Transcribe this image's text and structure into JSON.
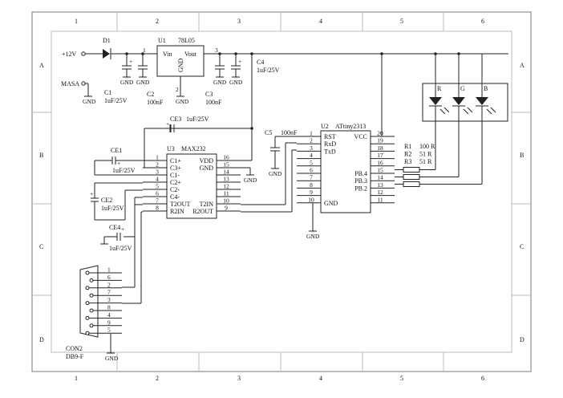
{
  "zones": {
    "cols": [
      "1",
      "2",
      "3",
      "4",
      "5",
      "6"
    ],
    "rows": [
      "A",
      "B",
      "C",
      "D"
    ]
  },
  "net": {
    "v12": "+12V",
    "masa": "MASA",
    "gnd": "GND"
  },
  "d1": {
    "ref": "D1"
  },
  "u1": {
    "ref": "U1",
    "part": "78L05",
    "vin": "Vin",
    "vout": "Vout",
    "gnd": "GND",
    "p1": "1",
    "p2": "2",
    "p3": "3"
  },
  "caps": {
    "c1": {
      "ref": "C1",
      "val": "1uF/25V"
    },
    "c2": {
      "ref": "C2",
      "val": "100nF"
    },
    "c3": {
      "ref": "C3",
      "val": "100nF"
    },
    "c4": {
      "ref": "C4",
      "val": "1uF/25V"
    },
    "c5": {
      "ref": "C5",
      "val": "100nF"
    },
    "ce1": {
      "ref": "CE1",
      "val": "1uF/25V"
    },
    "ce2": {
      "ref": "CE2",
      "val": "1uF/25V"
    },
    "ce3": {
      "ref": "CE3",
      "val": "1uF/25V"
    },
    "ce4": {
      "ref": "CE4",
      "val": "1uF/25V"
    }
  },
  "u3": {
    "ref": "U3",
    "part": "MAX232",
    "left": [
      {
        "n": "1",
        "l": "C1+"
      },
      {
        "n": "2",
        "l": "C3+"
      },
      {
        "n": "3",
        "l": "C1-"
      },
      {
        "n": "4",
        "l": "C2+"
      },
      {
        "n": "5",
        "l": "C2-"
      },
      {
        "n": "6",
        "l": "C4-"
      },
      {
        "n": "7",
        "l": "T2OUT"
      },
      {
        "n": "8",
        "l": "R2IN"
      }
    ],
    "right": [
      {
        "n": "16",
        "l": "VDD"
      },
      {
        "n": "15",
        "l": "GND"
      },
      {
        "n": "14",
        "l": ""
      },
      {
        "n": "13",
        "l": ""
      },
      {
        "n": "12",
        "l": ""
      },
      {
        "n": "11",
        "l": ""
      },
      {
        "n": "10",
        "l": "T2IN"
      },
      {
        "n": "9",
        "l": "R2OUT"
      }
    ]
  },
  "u2": {
    "ref": "U2",
    "part": "ATtiny2313",
    "left": [
      {
        "n": "1",
        "l": "RST"
      },
      {
        "n": "2",
        "l": "RxD"
      },
      {
        "n": "3",
        "l": "TxD"
      },
      {
        "n": "4",
        "l": ""
      },
      {
        "n": "5",
        "l": ""
      },
      {
        "n": "6",
        "l": ""
      },
      {
        "n": "7",
        "l": ""
      },
      {
        "n": "8",
        "l": ""
      },
      {
        "n": "9",
        "l": ""
      },
      {
        "n": "10",
        "l": "GND"
      }
    ],
    "right": [
      {
        "n": "20",
        "l": "VCC"
      },
      {
        "n": "19",
        "l": ""
      },
      {
        "n": "18",
        "l": ""
      },
      {
        "n": "17",
        "l": ""
      },
      {
        "n": "16",
        "l": ""
      },
      {
        "n": "15",
        "l": "PB.4"
      },
      {
        "n": "14",
        "l": "PB.3"
      },
      {
        "n": "13",
        "l": "PB.2"
      },
      {
        "n": "12",
        "l": ""
      },
      {
        "n": "11",
        "l": ""
      }
    ]
  },
  "res": [
    {
      "ref": "R1",
      "val": "100 R"
    },
    {
      "ref": "R2",
      "val": "51 R"
    },
    {
      "ref": "R3",
      "val": "51 R"
    }
  ],
  "led": {
    "r": "R",
    "g": "G",
    "b": "B"
  },
  "db9": {
    "ref": "CON2",
    "part": "DB9-F",
    "pins": [
      "1",
      "6",
      "2",
      "7",
      "3",
      "8",
      "4",
      "9",
      "5"
    ]
  }
}
